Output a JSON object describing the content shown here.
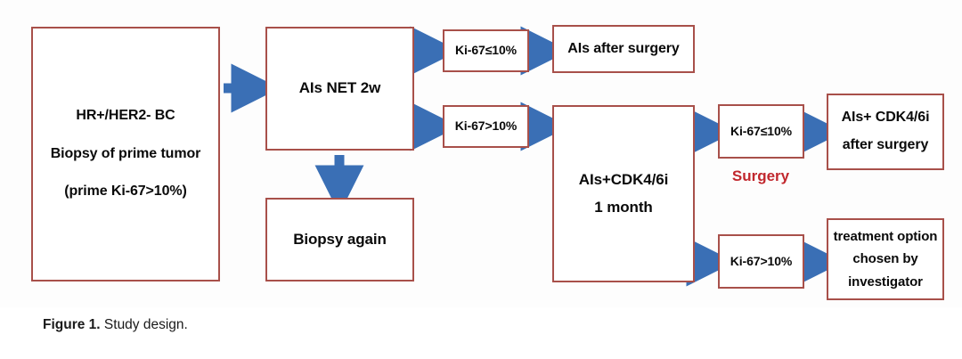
{
  "figure": {
    "caption_label": "Figure 1.",
    "caption_text": "Study design.",
    "surgery_marker": "Surgery"
  },
  "colors": {
    "box_border": "#a8504a",
    "arrow_blue": "#3a6fb5",
    "surgery_red": "#c1272d",
    "text_black": "#0a0a0a",
    "background": "#fdfdfd"
  },
  "nodes": {
    "entry": {
      "line1": "HR+/HER2- BC",
      "line2": "Biopsy of prime tumor",
      "line3": "(prime Ki-67>10%)"
    },
    "net": {
      "line1": "AIs NET 2w"
    },
    "biopsy_again": {
      "line1": "Biopsy again"
    },
    "ki_low_1": {
      "line1": "Ki-67≤10%"
    },
    "ki_high_1": {
      "line1": "Ki-67>10%"
    },
    "ai_after_surgery": {
      "line1": "AIs after surgery"
    },
    "cdk": {
      "line1": "AIs+CDK4/6i",
      "line2": "1 month"
    },
    "ki_low_2": {
      "line1": "Ki-67≤10%"
    },
    "ki_high_2": {
      "line1": "Ki-67>10%"
    },
    "ai_cdk_after_surgery": {
      "line1": "AIs+ CDK4/6i",
      "line2": "after surgery"
    },
    "treatment_option": {
      "line1": "treatment option",
      "line2": "chosen by",
      "line3": "investigator"
    }
  },
  "chart_data": {
    "type": "diagram",
    "title": "Study design",
    "diagram_kind": "flowchart",
    "orientation": "left-to-right",
    "nodes": [
      {
        "id": "entry",
        "label": "HR+/HER2- BC Biopsy of prime tumor (prime Ki-67>10%)"
      },
      {
        "id": "net",
        "label": "AIs NET 2w"
      },
      {
        "id": "biopsy_again",
        "label": "Biopsy again"
      },
      {
        "id": "ki_low_1",
        "label": "Ki-67≤10%"
      },
      {
        "id": "ki_high_1",
        "label": "Ki-67>10%"
      },
      {
        "id": "ai_after_surgery",
        "label": "AIs after surgery"
      },
      {
        "id": "cdk",
        "label": "AIs+CDK4/6i 1 month"
      },
      {
        "id": "ki_low_2",
        "label": "Ki-67≤10%"
      },
      {
        "id": "ki_high_2",
        "label": "Ki-67>10%"
      },
      {
        "id": "ai_cdk_after_surgery",
        "label": "AIs+ CDK4/6i after surgery"
      },
      {
        "id": "treatment_option",
        "label": "treatment option chosen by investigator"
      }
    ],
    "edges": [
      {
        "from": "entry",
        "to": "net",
        "direction": "right"
      },
      {
        "from": "net",
        "to": "ki_low_1",
        "direction": "right"
      },
      {
        "from": "net",
        "to": "ki_high_1",
        "direction": "right"
      },
      {
        "from": "net",
        "to": "biopsy_again",
        "direction": "down"
      },
      {
        "from": "ki_low_1",
        "to": "ai_after_surgery",
        "direction": "right"
      },
      {
        "from": "ki_high_1",
        "to": "cdk",
        "direction": "right"
      },
      {
        "from": "cdk",
        "to": "ki_low_2",
        "direction": "right"
      },
      {
        "from": "cdk",
        "to": "ki_high_2",
        "direction": "right"
      },
      {
        "from": "ki_low_2",
        "to": "ai_cdk_after_surgery",
        "direction": "right"
      },
      {
        "from": "ki_high_2",
        "to": "treatment_option",
        "direction": "right"
      }
    ],
    "annotations": [
      {
        "text": "Surgery",
        "color": "#c1272d"
      }
    ]
  }
}
